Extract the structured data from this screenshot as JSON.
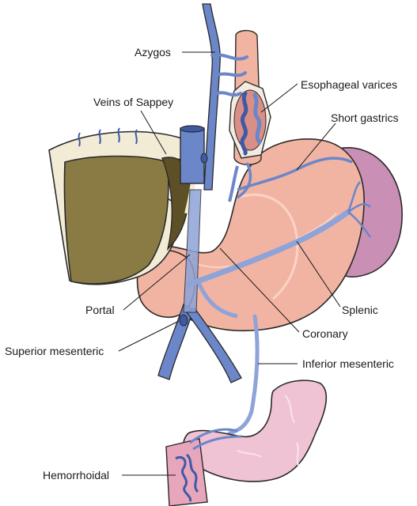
{
  "labels": {
    "azygos": "Azygos",
    "esophageal_varices": "Esophageal varices",
    "veins_of_sappey": "Veins of Sappey",
    "short_gastrics": "Short gastrics",
    "portal": "Portal",
    "splenic": "Splenic",
    "superior_mesenteric": "Superior mesenteric",
    "coronary": "Coronary",
    "inferior_mesenteric": "Inferior mesenteric",
    "hemorrhoidal": "Hemorrhoidal"
  },
  "colors": {
    "vein_blue": "#6b86c9",
    "vein_stroke": "#3e5aa6",
    "liver_olive": "#8a7a44",
    "liver_dark": "#5b4d22",
    "stomach_pink": "#f2b9a8",
    "spleen_purple": "#a3658f",
    "spleen_light": "#d9aac6",
    "intestine_pink": "#efc3d3",
    "ligament_cream": "#f2ecd6"
  }
}
